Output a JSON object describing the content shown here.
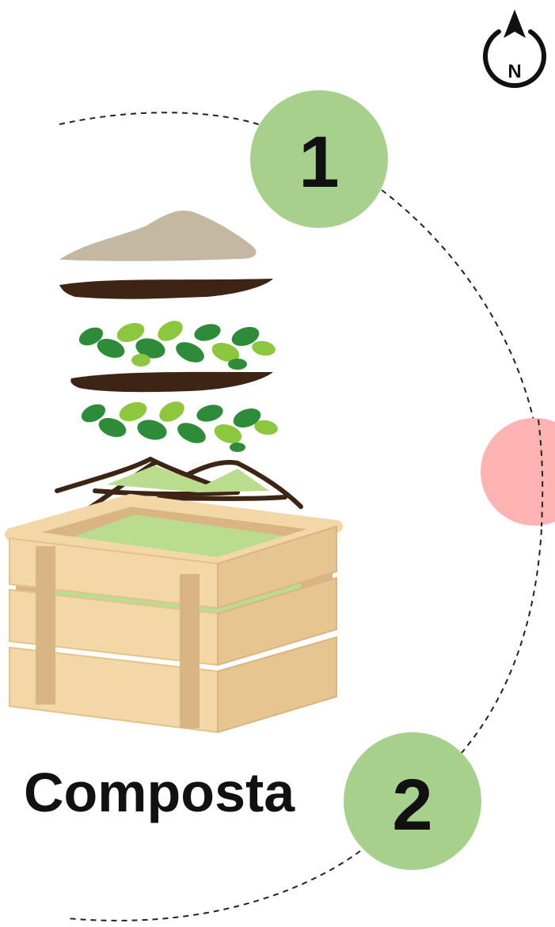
{
  "title": "Composta",
  "compass": {
    "letter": "N",
    "icon": "north-compass-icon"
  },
  "markers": [
    {
      "id": "marker-1",
      "label": "1",
      "color": "#a8d08d"
    },
    {
      "id": "marker-2",
      "label": "2",
      "color": "#a8d08d"
    },
    {
      "id": "marker-pink",
      "label": "",
      "color": "#ffb3b3"
    }
  ],
  "illustration": {
    "icon": "compost-bin-layers-icon",
    "layers": [
      "soil",
      "brown-layer",
      "green-leaves",
      "brown-layer",
      "green-leaves",
      "twigs"
    ],
    "colors": {
      "soil": "#c4b8a3",
      "brown": "#3d2414",
      "leaf_dark": "#2e8b3a",
      "leaf_light": "#8dc63f",
      "wood": "#f3d7a6",
      "wood_shade": "#d8b583",
      "inner_green": "#b9dc8f"
    }
  }
}
